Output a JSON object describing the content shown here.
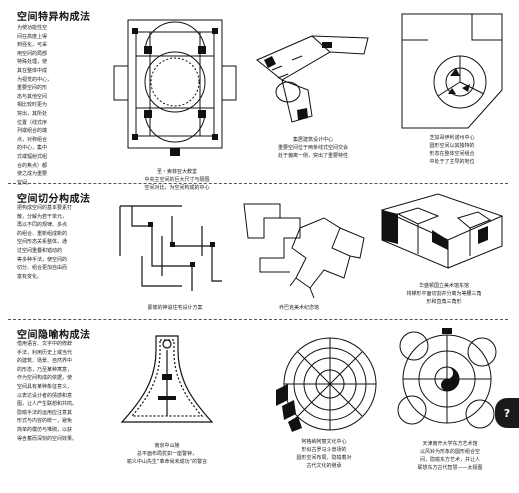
{
  "sections": [
    {
      "heading": "空间特异构成法",
      "body": [
        "为使功能性空",
        "间在高度上得",
        "到强化，可采",
        "用空间的局部",
        "特殊处理，使",
        "其在整体中成",
        "为视觉的中心，",
        "重要空间的形",
        "态与其他空间",
        "相比较时更为",
        "突出，其所处",
        "位置（线式序",
        "列或组合的端",
        "点，对称组合",
        "的中心，集中",
        "式或辐射式组",
        "合的焦点）都",
        "使之成为重要",
        "空间。"
      ],
      "captions": [
        "圣・索菲亚大教堂\n中央主空间的巨大尺寸与隔围\n空间对比，为空间构成的中心",
        "集居建筑设计中心\n重要空间位于两条线式空间交会\n处于偏离一侧，突出了重要特性",
        "芝加哥伊利诺州中心\n圆形空间以其独特的\n形态在整体空间组合\n中处于了主导的地位"
      ]
    },
    {
      "heading": "空间切分构成法",
      "body": [
        "把构成空间的基本要素打",
        "散，分解为若干单元，",
        "再以不同的规律、多点",
        "的组合、重新组成新的",
        "空间形态关系整体，通",
        "过空间重叠和错动的",
        "等多种手法，使空间的",
        "切分、组合更加自由而",
        "富有变化。"
      ],
      "captions": [
        "蒙彼的神谕住宅设计方案",
        "乔巴克美术纪念馆",
        "华盛顿国立美术馆东馆\n将梯形平面切割并分离为等腰三角\n形和直角三角形"
      ]
    },
    {
      "heading": "空间隐喻构成法",
      "body": [
        "借用语言、文字中的修辞",
        "手法，利用历史上或当代",
        "的建筑、场景、自然界中",
        "的形态，乃至某种寓意，",
        "作为空间构成的依据，使",
        "空间具有某种象征意义，",
        "以表达设计者的情感和意",
        "图，让人产生联想和共鸣。",
        "隐喻手法的运用应注意其",
        "形式与内容的统一，避免",
        "简单的模仿与堆砌，以获",
        "得含蓄而深刻的空间效果。"
      ],
      "captions": [
        "南京中山陵\n总平面布局犹如一座警钟，\n喻义中山先生“革命尚未成功”的警言",
        "阿格纳阿丽文化中心\n形似古罗马斗兽场的\n圆形空间布局，隐喻着对\n古代文化的继承",
        "天津南开大学东方艺术馆\n以风铃为形象的圆形组合空\n间，隐喻东方艺术，并让人\n联想东方古代智慧——太极图"
      ]
    }
  ],
  "page_tab": "?"
}
